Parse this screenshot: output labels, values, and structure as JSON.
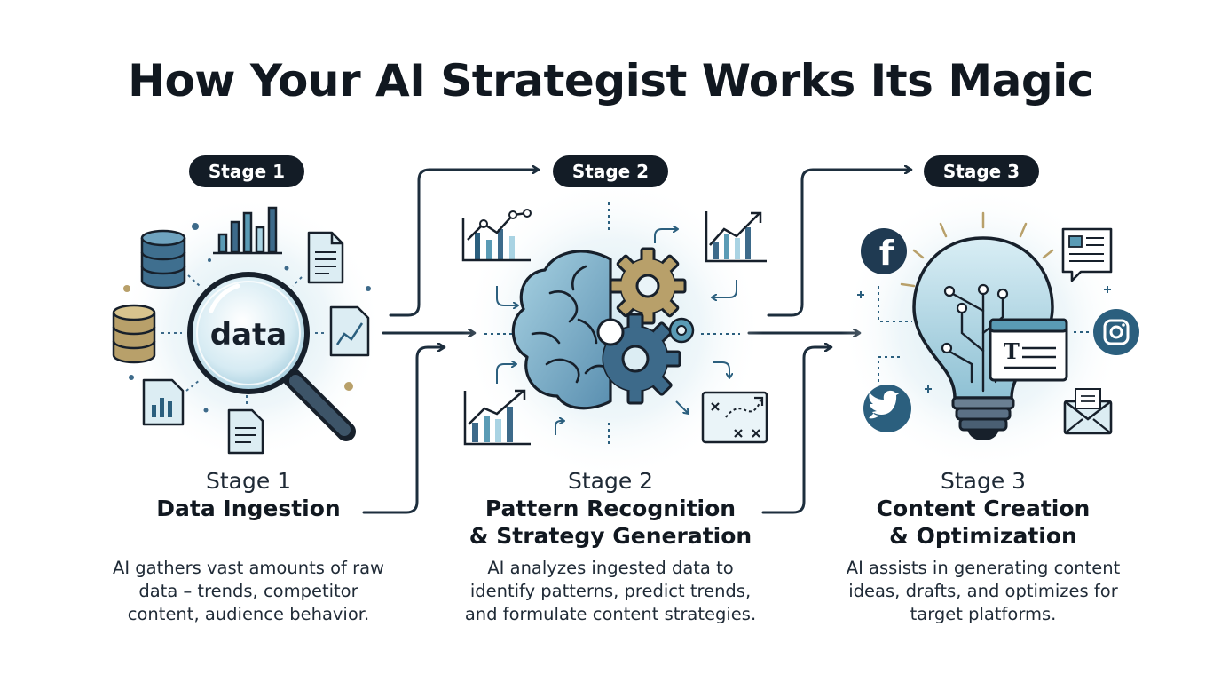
{
  "title": "How Your AI Strategist Works Its Magic",
  "stages": [
    {
      "badge": "Stage 1",
      "number_label": "Stage 1",
      "name_lines": [
        "Data Ingestion"
      ],
      "description_lines": [
        "AI gathers vast amounts of raw",
        "data – trends, competitor",
        "content, audience behavior."
      ],
      "center_word": "data"
    },
    {
      "badge": "Stage 2",
      "number_label": "Stage 2",
      "name_lines": [
        "Pattern Recognition",
        "& Strategy Generation"
      ],
      "description_lines": [
        "AI analyzes ingested data to",
        "identify patterns, predict trends,",
        "and formulate content strategies."
      ]
    },
    {
      "badge": "Stage 3",
      "number_label": "Stage 3",
      "name_lines": [
        "Content Creation",
        "& Optimization"
      ],
      "description_lines": [
        "AI assists in generating content",
        "ideas, drafts, and optimizes for",
        "target platforms."
      ],
      "social_glyphs": {
        "facebook": "f",
        "editor": "T"
      }
    }
  ],
  "colors": {
    "dark": "#131c26",
    "navy": "#1f3a52",
    "steel": "#3d6a8a",
    "teal": "#5a9bb5",
    "light_blue": "#a9d3e3",
    "gold": "#b8a06a",
    "glow": "#dcedf3"
  },
  "icons": [
    "database-icon",
    "bar-chart-icon",
    "document-icon",
    "magnifier-icon",
    "line-chart-icon",
    "brain-icon",
    "gear-icon",
    "lightbulb-icon",
    "facebook-icon",
    "twitter-icon",
    "instagram-icon",
    "email-icon",
    "news-icon",
    "text-editor-icon",
    "arrow-icon"
  ]
}
